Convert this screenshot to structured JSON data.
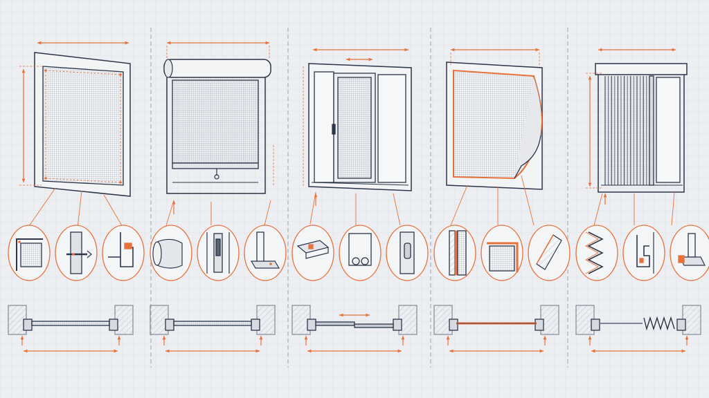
{
  "colors": {
    "background": "#eceef1",
    "grid": "#dde1e6",
    "ink": "#2b3448",
    "accent": "#e8703a",
    "mesh": "#a9b0bc",
    "divider": "#9aa1ad",
    "wall_hatch": "#bfc4cc"
  },
  "panels": [
    {
      "id": "fixed-frame-screen",
      "variant": "fixed",
      "details": [
        "corner-fastener-detail",
        "screw-mount-detail",
        "clip-profile-detail"
      ]
    },
    {
      "id": "roller-screen",
      "variant": "roller",
      "details": [
        "cassette-housing-detail",
        "side-guide-detail",
        "bottom-bar-detail"
      ]
    },
    {
      "id": "sliding-screen",
      "variant": "sliding",
      "details": [
        "track-profile-detail",
        "roller-wheel-detail",
        "handle-detail"
      ]
    },
    {
      "id": "magnetic-screen",
      "variant": "magnetic",
      "details": [
        "magnet-strip-detail",
        "edge-tape-detail",
        "mesh-weave-detail"
      ]
    },
    {
      "id": "pleated-screen",
      "variant": "pleated",
      "details": [
        "pleat-fold-detail",
        "bottom-rail-detail",
        "end-cap-detail"
      ]
    }
  ]
}
